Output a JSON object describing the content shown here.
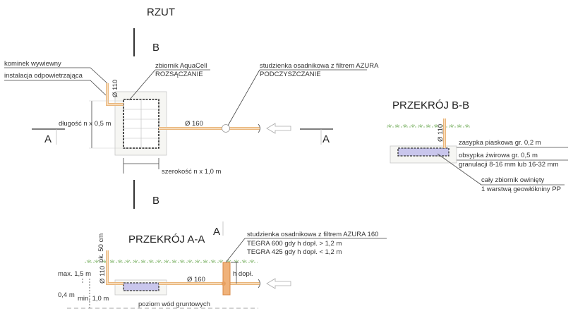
{
  "plan": {
    "title": "RZUT",
    "section_b": "B",
    "section_a": "A",
    "vent_label": "kominek wywiewny",
    "vent_install_label": "instalacja odpowietrzająca",
    "vent_pipe_dia": "Ø 110",
    "tank_label": "zbiornik AquaCell",
    "tank_function": "ROZSĄCZANIE",
    "length_label": "długość n x 0,5 m",
    "width_label": "szerokość n x 1,0 m",
    "inlet_pipe_dia": "Ø 160",
    "well_label": "studzienka osadnikowa z filtrem AZURA",
    "well_function": "PODCZYSZCZANIE"
  },
  "section_bb": {
    "title": "PRZEKRÓJ B-B",
    "pipe_dia": "Ø 110",
    "sand_label": "zasypka piaskowa gr. 0,2 m",
    "gravel_label": "obsypka żwirowa gr. 0,5 m",
    "granulation_label": "granulacji 8-16 mm lub 16-32 mm",
    "wrap_label_1": "cały zbiornik owinięty",
    "wrap_label_2": "1 warstwą geowłókniny PP"
  },
  "section_aa": {
    "title": "PRZEKRÓJ A-A",
    "section_mark": "A",
    "well_label": "studzienka osadnikowa z filtrem AZURA 160",
    "tegra_600": "TEGRA 600 gdy h dopł. > 1,2 m",
    "tegra_425": "TEGRA 425 gdy h dopł. < 1,2 m",
    "vent_height": "ok. 50 cm",
    "vent_pipe_dia": "Ø 110",
    "max_depth": "max. 1,5 m",
    "gravel_depth": "0,4 m",
    "min_gw": "min. 1,0 m",
    "inlet_pipe_dia": "Ø 160",
    "inflow_height": "h dopł.",
    "groundwater_label": "poziom wód gruntowych"
  },
  "colors": {
    "pipe": "#e9b57a",
    "tank_section": "#c9c6ec",
    "grass": "#9bc48a",
    "well": "#e8a060"
  }
}
